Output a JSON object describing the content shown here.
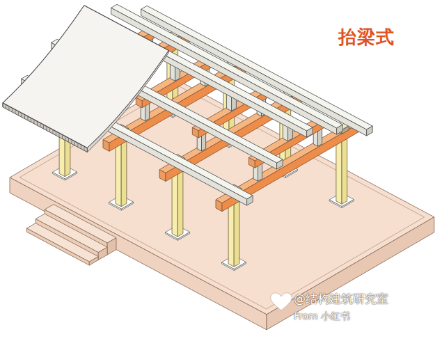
{
  "diagram": {
    "title": "抬梁式",
    "labels": [
      "@结构建筑研究室",
      "From 小红书"
    ]
  }
}
